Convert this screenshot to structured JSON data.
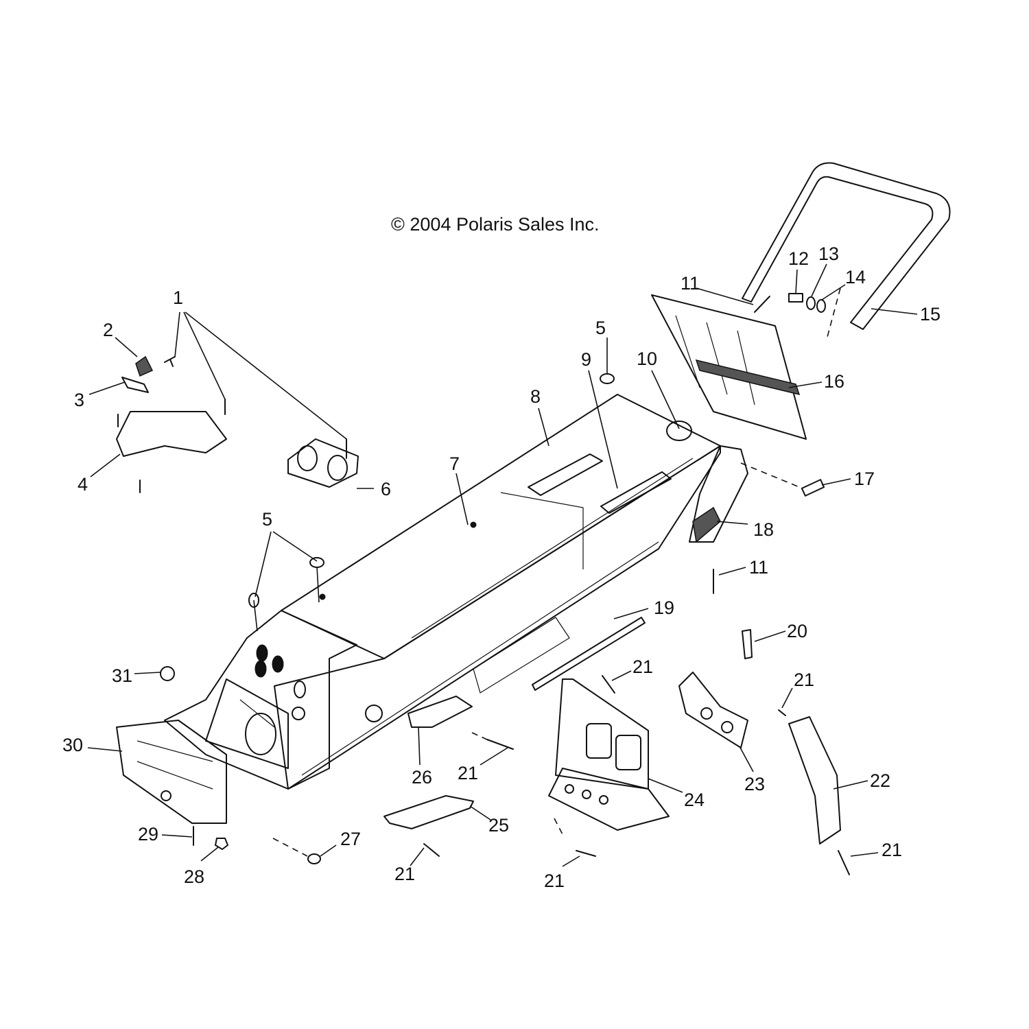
{
  "copyright": "© 2004 Polaris Sales Inc.",
  "callouts": [
    "1",
    "2",
    "3",
    "4",
    "5",
    "6",
    "7",
    "8",
    "9",
    "10",
    "11",
    "12",
    "13",
    "14",
    "15",
    "16",
    "17",
    "18",
    "19",
    "20",
    "21",
    "22",
    "23",
    "24",
    "25",
    "26",
    "27",
    "28",
    "29",
    "30",
    "31"
  ]
}
